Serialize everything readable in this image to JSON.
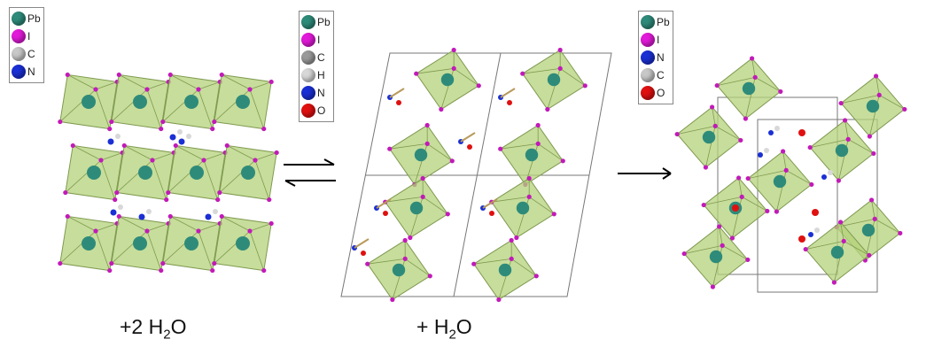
{
  "legends": [
    {
      "items": [
        {
          "label": "Pb",
          "color": "#2e8b7a"
        },
        {
          "label": "I",
          "color": "#e21ad9"
        },
        {
          "label": "C",
          "color": "#c8c8c8"
        },
        {
          "label": "N",
          "color": "#1a2fd4"
        }
      ]
    },
    {
      "items": [
        {
          "label": "Pb",
          "color": "#2e8b7a"
        },
        {
          "label": "I",
          "color": "#e21ad9"
        },
        {
          "label": "C",
          "color": "#9a9a9a"
        },
        {
          "label": "H",
          "color": "#d8d8d8"
        },
        {
          "label": "N",
          "color": "#1a2fd4"
        },
        {
          "label": "O",
          "color": "#e01010"
        }
      ]
    },
    {
      "items": [
        {
          "label": "Pb",
          "color": "#2e8b7a"
        },
        {
          "label": "I",
          "color": "#e21ad9"
        },
        {
          "label": "N",
          "color": "#1a2fd4"
        },
        {
          "label": "C",
          "color": "#c8c8c8"
        },
        {
          "label": "O",
          "color": "#e01010"
        }
      ]
    }
  ],
  "captions": {
    "left": {
      "prefix": "+2 H",
      "sub": "2",
      "suffix": "O"
    },
    "middle": {
      "prefix": "+ H",
      "sub": "2",
      "suffix": "O"
    }
  },
  "colors": {
    "octahedron_fill": "#b4d27a",
    "octahedron_edge": "#7f9a50",
    "pb": "#2e8b7a",
    "iodine": "#c21ab9",
    "nitrogen": "#1a2fd4",
    "oxygen": "#e01010",
    "carbon": "#b89a5a",
    "hydrogen": "#d8d8d8",
    "arrow": "#000000"
  }
}
